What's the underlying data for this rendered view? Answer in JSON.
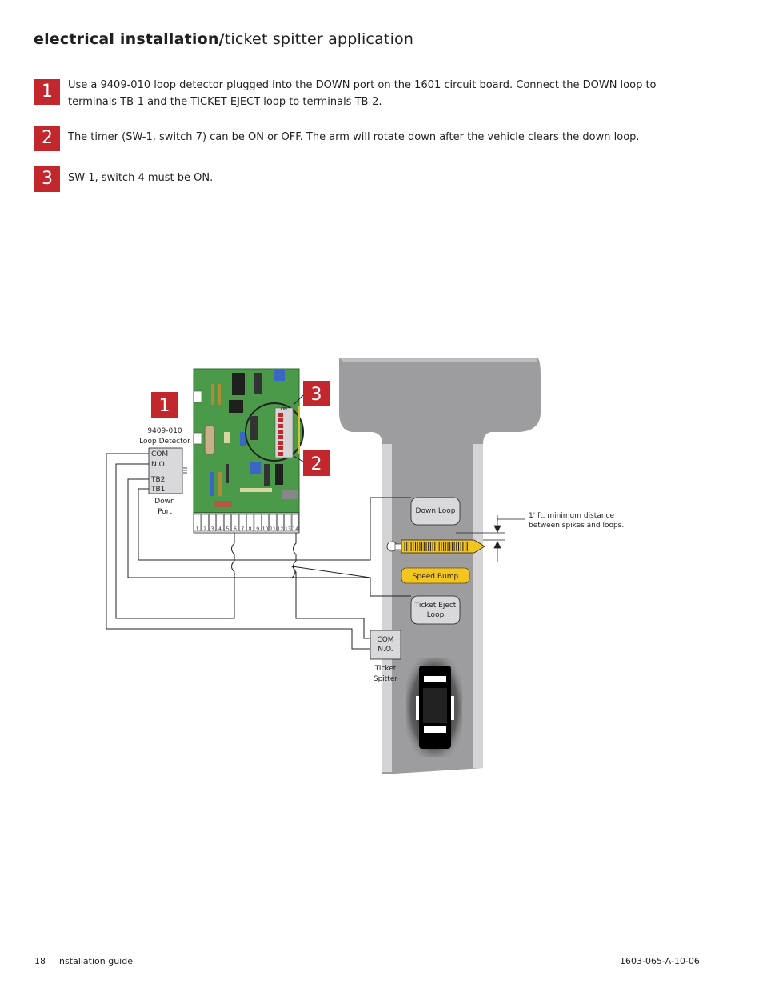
{
  "header": {
    "title_bold": "electrical installation/",
    "title_light": "ticket spitter application"
  },
  "steps": [
    {
      "number": "1",
      "text": "Use a 9409-010 loop detector plugged into the DOWN port on the 1601 circuit board.  Connect the DOWN loop to terminals TB-1 and the TICKET EJECT loop to terminals TB-2."
    },
    {
      "number": "2",
      "text": "The timer (SW-1, switch 7) can be ON or OFF.  The arm will rotate down after the vehicle clears the down loop."
    },
    {
      "number": "3",
      "text": "SW-1, switch 4 must be ON."
    }
  ],
  "diagram": {
    "callouts": [
      "1",
      "3",
      "2"
    ],
    "detector_model": "9409-010",
    "detector_name": "Loop Detector",
    "detector_com": "COM",
    "detector_no": "N.O.",
    "detector_tb2": "TB2",
    "detector_tb1": "TB1",
    "port_line1": "Down",
    "port_line2": "Port",
    "switch_on": "ON",
    "terminal_numbers": [
      "1",
      "2",
      "3",
      "4",
      "5",
      "6",
      "7",
      "8",
      "9",
      "10",
      "11",
      "12",
      "13",
      "14"
    ],
    "down_loop": "Down Loop",
    "speed_bump": "Speed Bump",
    "ticket_eject_line1": "Ticket Eject",
    "ticket_eject_line2": "Loop",
    "spitter_com": "COM",
    "spitter_no": "N.O.",
    "spitter_line1": "Ticket",
    "spitter_line2": "Spitter",
    "distance_line1": "1' ft. minimum distance",
    "distance_line2": "between spikes and loops.",
    "colors": {
      "badge": "#c1272d",
      "board": "#4a9a4a",
      "road": "#9d9d9f",
      "road_edge": "#d4d4d5",
      "speed_bump": "#f2c521",
      "loop_box": "#d9d9db"
    }
  },
  "footer": {
    "page": "18",
    "guide": "installation guide",
    "doc_number": "1603-065-A-10-06"
  }
}
